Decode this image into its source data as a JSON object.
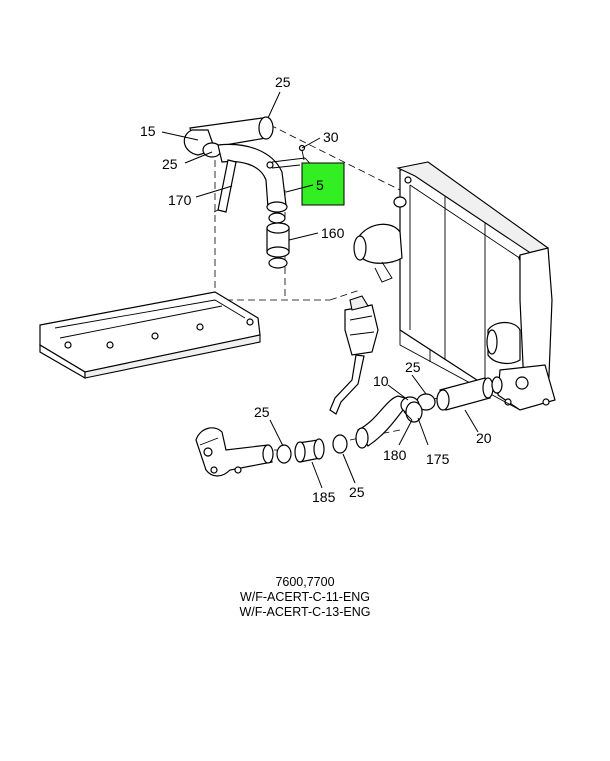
{
  "highlight_color": "#33ee22",
  "callouts": {
    "c25_top": "25",
    "c15": "15",
    "c30": "30",
    "c25_left": "25",
    "c5": "5",
    "c170": "170",
    "c160": "160",
    "c10": "10",
    "c25_mid": "25",
    "c25_low": "25",
    "c180": "180",
    "c175": "175",
    "c20": "20",
    "c185": "185",
    "c25_bottom": "25"
  },
  "caption": {
    "line1": "7600,7700",
    "line2": "W/F-ACERT-C-11-ENG",
    "line3": "W/F-ACERT-C-13-ENG"
  }
}
